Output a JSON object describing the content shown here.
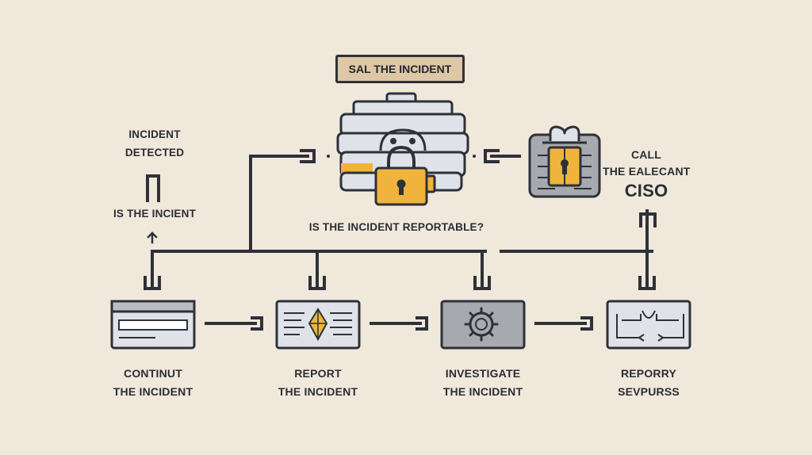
{
  "title": "SAL THE INCIDENT",
  "question": "IS THE INCIDENT REPORTABLE?",
  "left_labels": {
    "detected_line1": "INCIDENT",
    "detected_line2": "DETECTED",
    "is_the": "IS THE INCIENT"
  },
  "ciso_labels": {
    "line1": "CALL",
    "line2": "THE EALECANT",
    "line3": "CISO"
  },
  "steps": [
    {
      "line1": "CONTINUT",
      "line2": "THE INCIDENT",
      "icon": "browser-window-icon"
    },
    {
      "line1": "REPORT",
      "line2": "THE INCIDENT",
      "icon": "document-icon"
    },
    {
      "line1": "INVESTIGATE",
      "line2": "THE INCIDENT",
      "icon": "gear-icon"
    },
    {
      "line1": "REPORRY",
      "line2": "SEVPURSS",
      "icon": "circuit-icon"
    }
  ],
  "colors": {
    "background": "#f1e8dc",
    "stroke": "#2e3138",
    "accent": "#f0b43c",
    "box_fill": "#dfe2e8",
    "title_fill": "#dec7a6"
  }
}
